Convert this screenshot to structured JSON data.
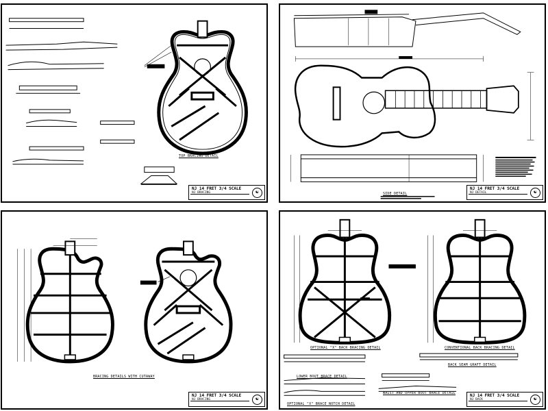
{
  "sheets": [
    {
      "id": "top-left",
      "captions": {
        "main": "TOP BRACING DETAIL"
      },
      "title_block": {
        "line1": "NJ 14 FRET 3/4 SCALE",
        "line2": "NJ BRACING"
      }
    },
    {
      "id": "top-right",
      "captions": {
        "main": "SIDE DETAIL"
      },
      "title_block": {
        "line1": "NJ 14 FRET 3/4 SCALE",
        "line2": "NJ DETAIL"
      }
    },
    {
      "id": "bottom-left",
      "captions": {
        "main": "BRACING DETAILS WITH CUTAWAY"
      },
      "title_block": {
        "line1": "NJ 14 FRET 3/4 SCALE",
        "line2": "NJ BRACING"
      }
    },
    {
      "id": "bottom-right",
      "captions": {
        "x_back": "OPTIONAL \"X\" BACK BRACING DETAIL",
        "conv_back": "CONVENTIONAL BACK BRACING DETAIL",
        "back_seam": "BACK SEAM GRAFT DETAIL",
        "lower_bout": "LOWER BOUT BRACE DETAIL",
        "waist": "WAIST AND UPPER BOUT BRACE DETAIL",
        "notch": "OPTIONAL \"X\" BRACE NOTCH DETAIL"
      },
      "title_block": {
        "line1": "NJ 14 FRET 3/4 SCALE",
        "line2": "NJ BACK"
      }
    }
  ],
  "icons": {
    "logo": "guitar-maker-logo-icon"
  }
}
